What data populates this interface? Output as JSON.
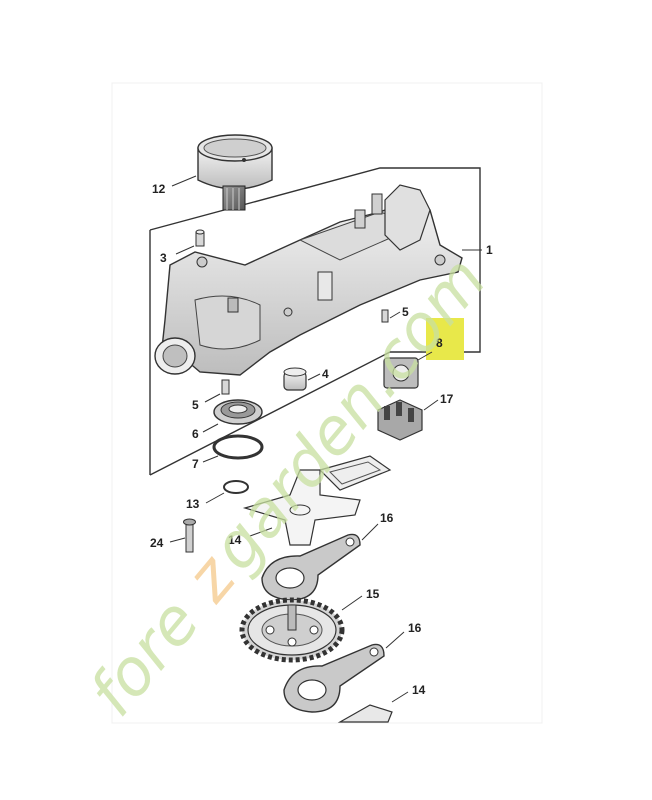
{
  "diagram": {
    "callouts": [
      {
        "id": "p12",
        "label": "12"
      },
      {
        "id": "p3",
        "label": "3"
      },
      {
        "id": "p1",
        "label": "1"
      },
      {
        "id": "p5a",
        "label": "5"
      },
      {
        "id": "p8",
        "label": "8"
      },
      {
        "id": "p4",
        "label": "4"
      },
      {
        "id": "p5b",
        "label": "5"
      },
      {
        "id": "p17",
        "label": "17"
      },
      {
        "id": "p6",
        "label": "6"
      },
      {
        "id": "p7",
        "label": "7"
      },
      {
        "id": "p13",
        "label": "13"
      },
      {
        "id": "p16a",
        "label": "16"
      },
      {
        "id": "p24",
        "label": "24"
      },
      {
        "id": "p14a",
        "label": "14"
      },
      {
        "id": "p15",
        "label": "15"
      },
      {
        "id": "p16b",
        "label": "16"
      },
      {
        "id": "p14b",
        "label": "14"
      }
    ],
    "highlight": {
      "color": "#e8e84a",
      "callout": "8"
    },
    "watermark": {
      "text": "forezgarden.com",
      "colors": [
        "#c8e0a0",
        "#f5c98a"
      ]
    }
  }
}
